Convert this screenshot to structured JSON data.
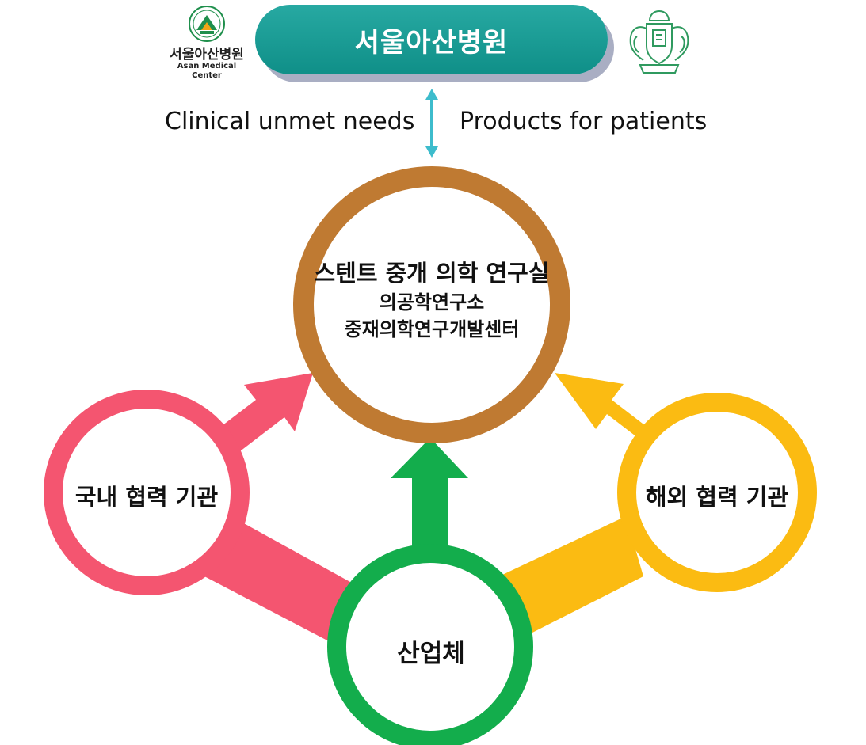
{
  "header": {
    "title": "서울아산병원",
    "logo_left": {
      "korean": "서울아산병원",
      "english": "Asan Medical Center",
      "icon": "asan-foundation-mountain-icon"
    },
    "logo_right": {
      "icon": "university-crest-icon"
    }
  },
  "link_labels": {
    "left": "Clinical unmet needs",
    "right": "Products for patients"
  },
  "center_node": {
    "title": "스텐트 중개 의학 연구실",
    "lines": [
      "의공학연구소",
      "중재의학연구개발센터"
    ]
  },
  "nodes": {
    "domestic": "국내 협력 기관",
    "overseas": "해외 협력 기관",
    "industry": "산업체"
  },
  "colors": {
    "teal": "#139a94",
    "link_arrow": "#3dbccc",
    "center_ring": "#bf7a32",
    "domestic": "#f45570",
    "overseas": "#fbbb12",
    "industry": "#13ad4c"
  }
}
